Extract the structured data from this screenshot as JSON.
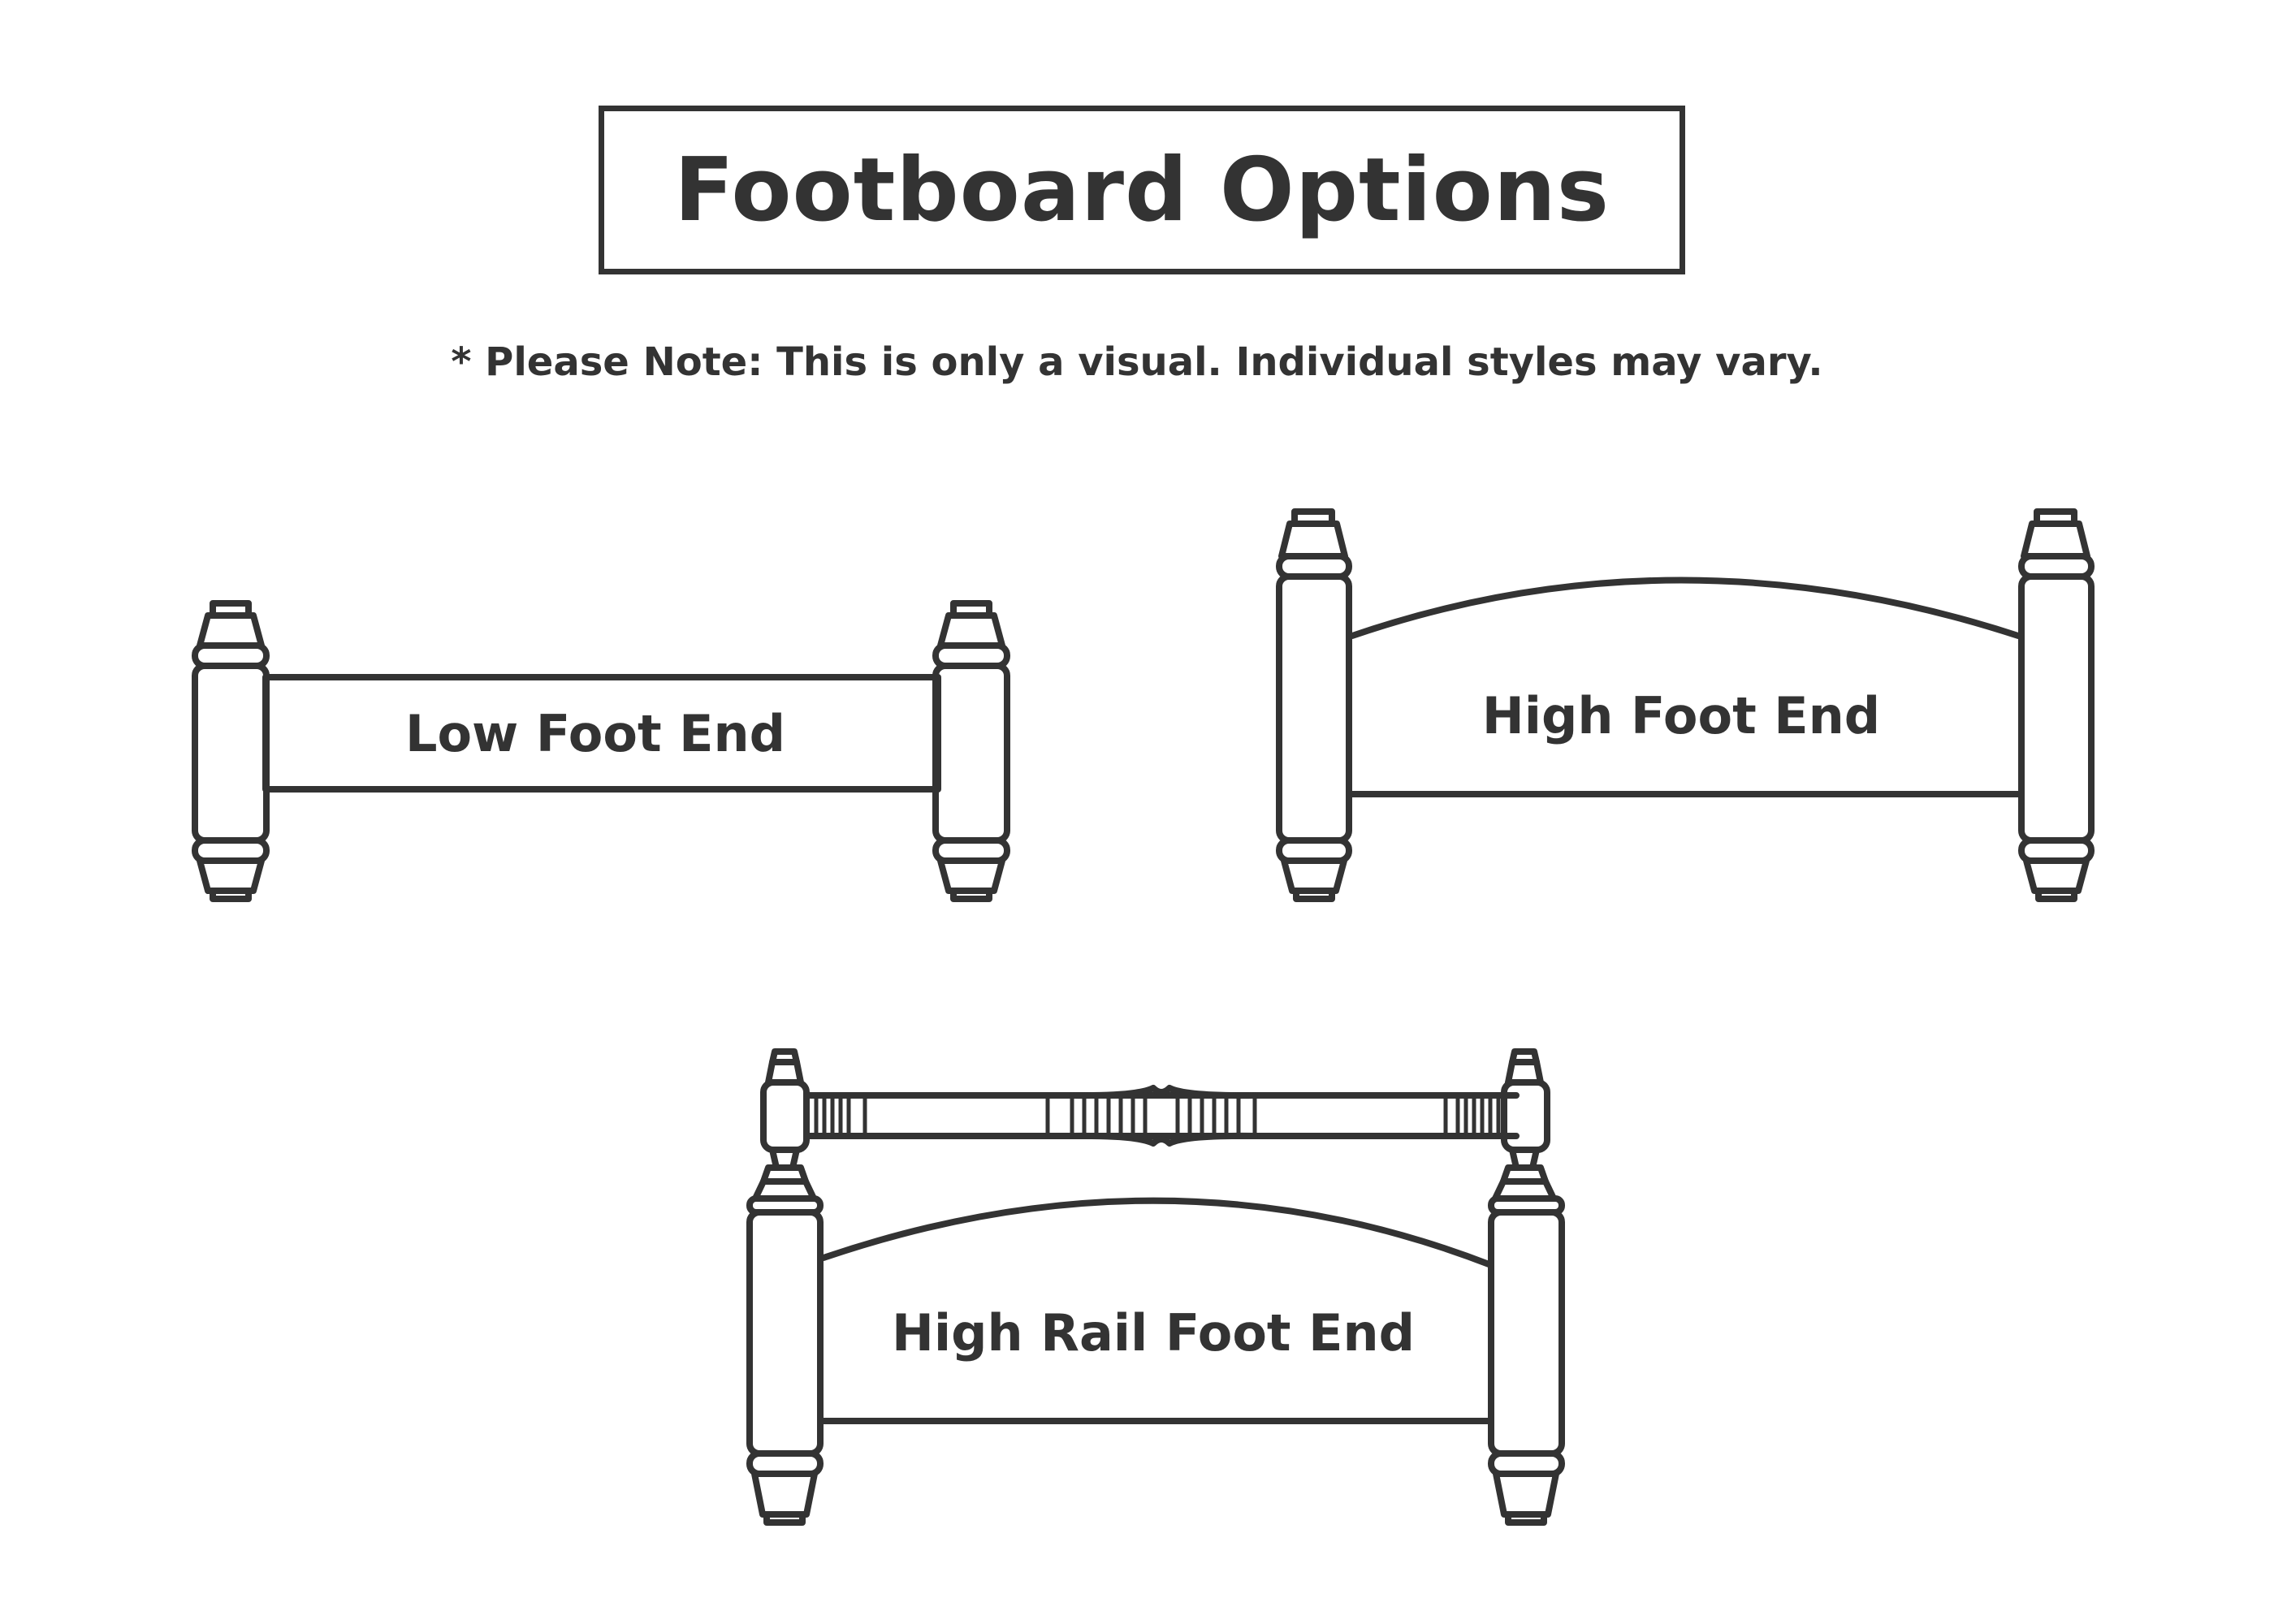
{
  "title": "Footboard Options",
  "note": "* Please Note: This is only a visual. Individual styles may vary.",
  "options": [
    {
      "label": "Low Foot End"
    },
    {
      "label": "High Foot End"
    },
    {
      "label": "High Rail Foot End"
    }
  ],
  "colors": {
    "stroke": "#333333",
    "background": "#ffffff"
  }
}
